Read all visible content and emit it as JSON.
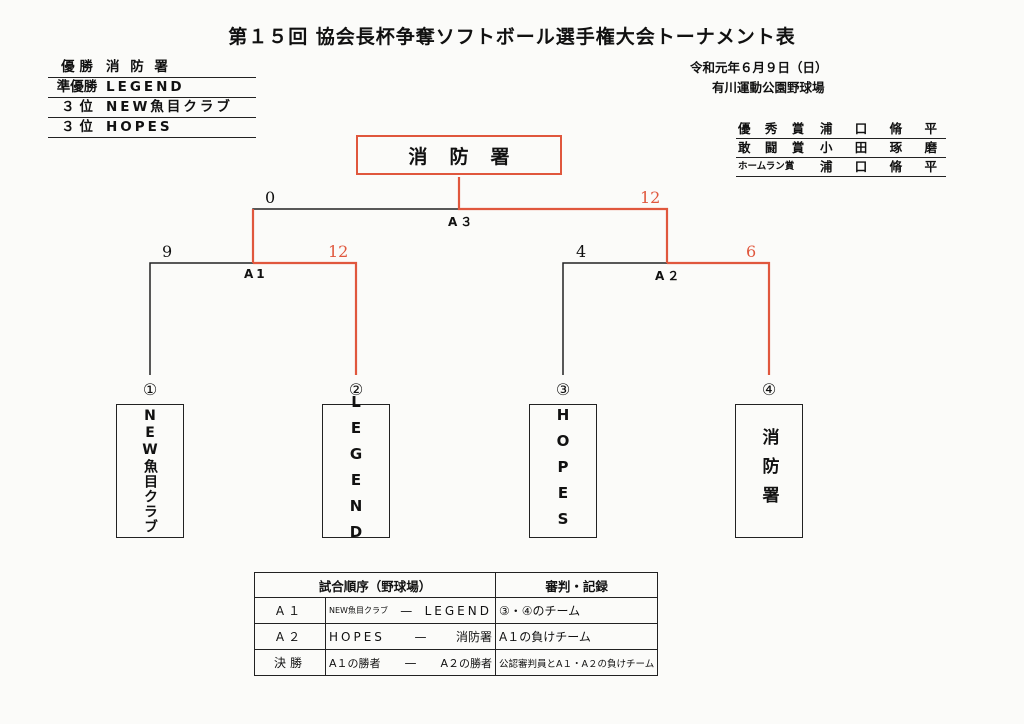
{
  "title": "第１５回 協会長杯争奪ソフトボール選手権大会トーナメント表",
  "results": [
    {
      "rank": "優 勝",
      "team": "消 防 署"
    },
    {
      "rank": "準優勝",
      "team": "LEGEND"
    },
    {
      "rank": "３ 位",
      "team": "NEW魚目クラブ"
    },
    {
      "rank": "３ 位",
      "team": "HOPES"
    }
  ],
  "date": "令和元年６月９日（日）",
  "venue": "有川運動公園野球場",
  "awards": [
    {
      "award": "優 秀 賞",
      "name": "浦 口 脩 平"
    },
    {
      "award": "敢 闘 賞",
      "name": "小 田 琢 磨"
    },
    {
      "award": "ホームラン賞",
      "name": "浦 口 脩 平"
    }
  ],
  "champion": "消防署",
  "games": {
    "a1": {
      "label": "A1",
      "left_score": "9",
      "right_score": "12"
    },
    "a2": {
      "label": "A２",
      "left_score": "4",
      "right_score": "6"
    },
    "a3": {
      "label": "A３",
      "left_score": "0",
      "right_score": "12"
    }
  },
  "colors": {
    "winner_line": "#e0573d",
    "line": "#222222"
  },
  "teams": [
    {
      "seed": "①",
      "name": "NEW魚目クラブ"
    },
    {
      "seed": "②",
      "name": "LEGEND"
    },
    {
      "seed": "③",
      "name": "HOPES"
    },
    {
      "seed": "④",
      "name": "消防署"
    }
  ],
  "schedule": {
    "headers": {
      "match": "試合順序（野球場）",
      "referee": "審判・記録"
    },
    "rows": [
      {
        "game": "A１",
        "left": "NEW魚目クラブ",
        "sep": "—",
        "right": "LEGEND",
        "referee": "③・④のチーム"
      },
      {
        "game": "A２",
        "left": "HOPES",
        "sep": "—",
        "right": "消防署",
        "referee": "A１の負けチーム"
      },
      {
        "game": "決勝",
        "left": "A１の勝者",
        "sep": "—",
        "right": "A２の勝者",
        "referee": "公認審判員とA１・A２の負けチーム"
      }
    ]
  }
}
